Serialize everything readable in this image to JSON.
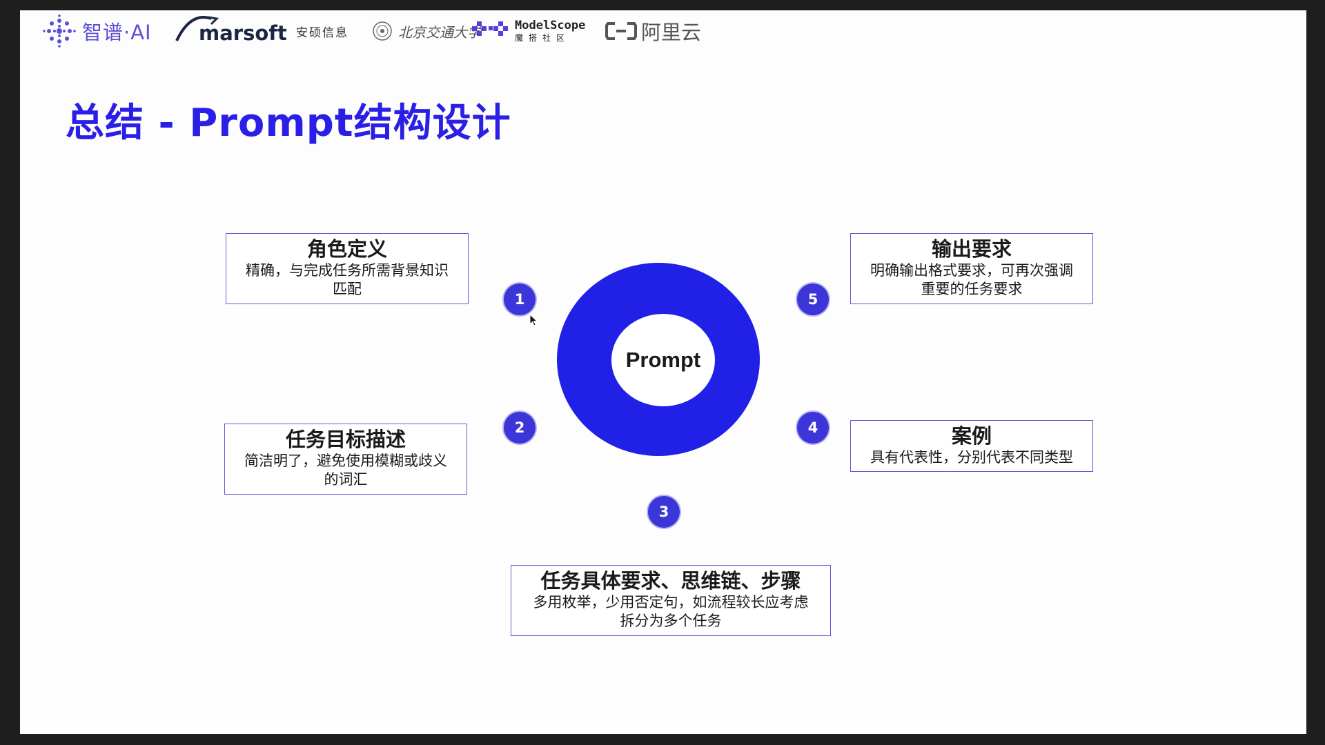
{
  "slide": {
    "logos": {
      "zhipu": "智谱·AI",
      "marsoft": "marsoft",
      "anshuo": "安硕信息",
      "pku": "北京交通大学",
      "modelscope_line1": "ModelScope",
      "modelscope_line2": "魔搭社区",
      "aliyun": "阿里云"
    },
    "title": "总结 - Prompt结构设计",
    "center_label": "Prompt",
    "items": [
      {
        "number": "1",
        "heading": "角色定义",
        "desc_line1": "精确，与完成任务所需背景知识",
        "desc_line2": "匹配"
      },
      {
        "number": "2",
        "heading": "任务目标描述",
        "desc_line1": "简洁明了，避免使用模糊或歧义",
        "desc_line2": "的词汇"
      },
      {
        "number": "3",
        "heading": "任务具体要求、思维链、步骤",
        "desc_line1": "多用枚举，少用否定句，如流程较长应考虑",
        "desc_line2": "拆分为多个任务"
      },
      {
        "number": "4",
        "heading": "案例",
        "desc_line1": "具有代表性，分别代表不同类型",
        "desc_line2": ""
      },
      {
        "number": "5",
        "heading": "输出要求",
        "desc_line1": "明确输出格式要求，可再次强调",
        "desc_line2": "重要的任务要求"
      }
    ]
  },
  "colors": {
    "accent": "#2020e6",
    "title": "#2a1fe6",
    "badge": "#3c35d8",
    "box_border": "#5b5bd6"
  }
}
